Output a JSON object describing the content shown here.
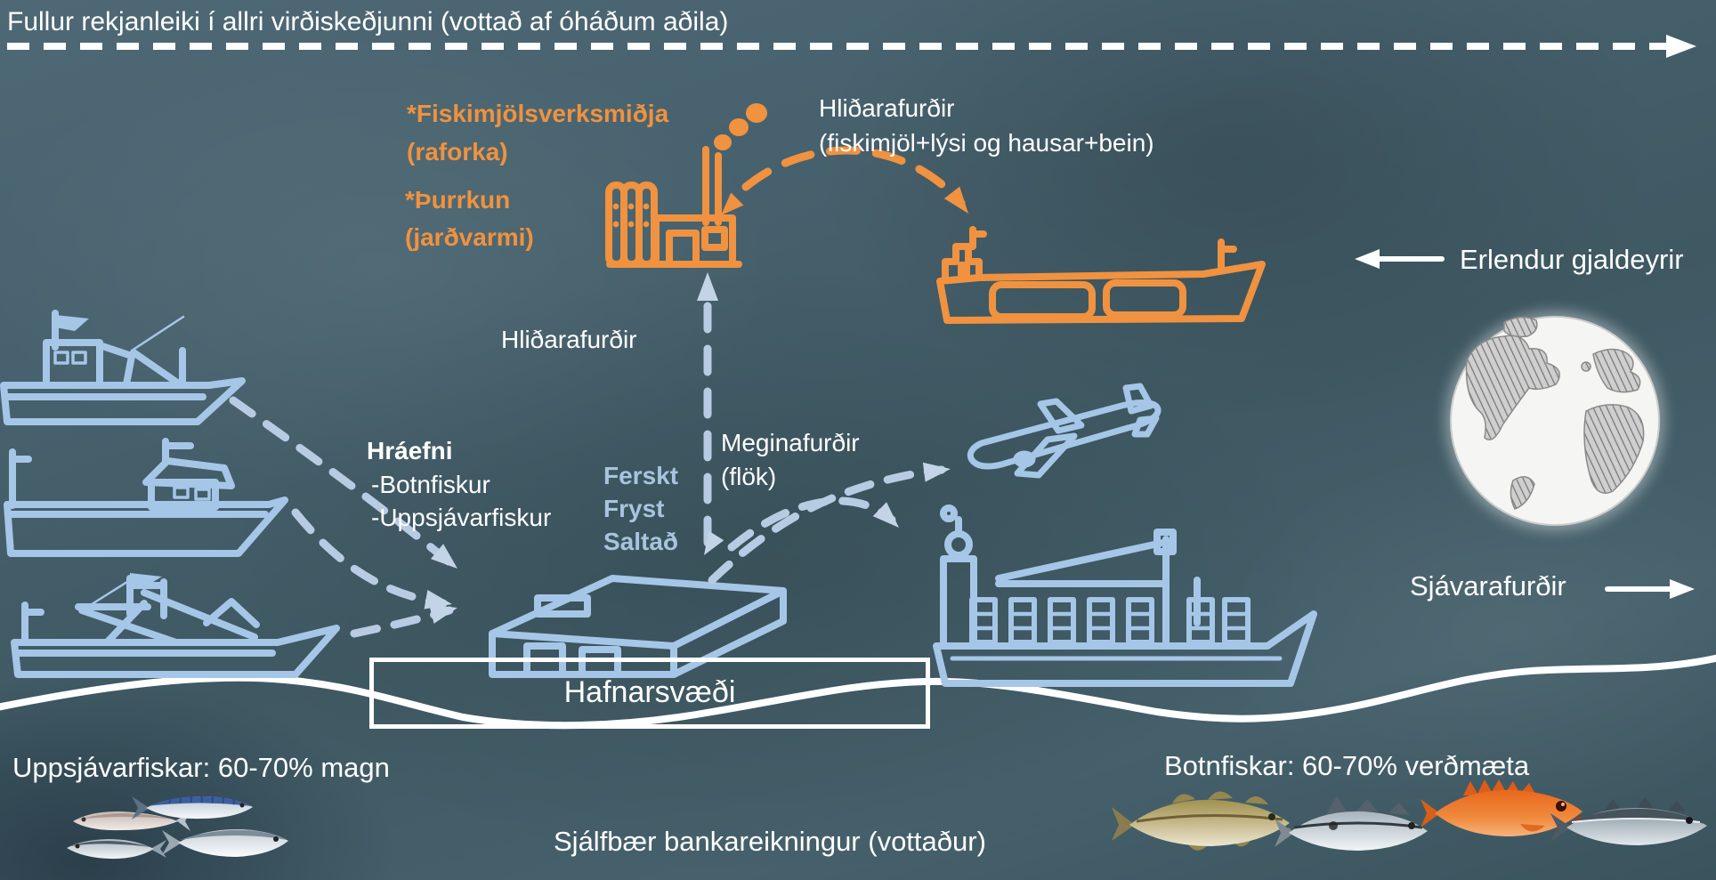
{
  "title": "Fullur rekjanleiki í allri virðiskeðjunni (vottað af óháðum aðila)",
  "factory_labels": {
    "line1": "*Fiskimjölsverksmiðja",
    "line2": "(raforka)",
    "line3": "*Þurrkun",
    "line4": "(jarðvarmi)"
  },
  "byproducts_top": {
    "line1": "Hliðarafurðir",
    "line2": "(fiskimjöl+lýsi og hausar+bein)"
  },
  "byproducts_mid": {
    "label": "Hliðarafurðir"
  },
  "raw_material": {
    "title": "Hráefni",
    "line1": "-Botnfiskur",
    "line2": "-Uppsjávarfiskur"
  },
  "processing_states": {
    "line1": "Ferskt",
    "line2": "Fryst",
    "line3": "Saltað"
  },
  "main_products": {
    "line1": "Meginafurðir",
    "line2": "(flök)"
  },
  "harbor": {
    "label": "Hafnarsvæði"
  },
  "right_labels": {
    "foreign_currency": "Erlendur gjaldeyrir",
    "seafood": "Sjávarafurðir"
  },
  "bottom_labels": {
    "pelagic": "Uppsjávarfiskar: 60-70% magn",
    "bank": "Sjálfbær bankareikningur (vottaður)",
    "demersal": "Botnfiskar: 60-70% verðmæta"
  },
  "icons": {
    "fishing_vessels": "fishing-vessel sketches (3)",
    "factory": "fishmeal-factory sketch",
    "bulk_carrier": "bulk-carrier-ship sketch",
    "processing_plant": "processing-plant warehouse sketch",
    "airplane": "cargo-airplane sketch",
    "container_ship": "container-ship sketch",
    "globe": "world-globe drawing",
    "pelagic_fish": [
      "capelin",
      "mackerel",
      "small-herring",
      "herring"
    ],
    "demersal_fish": [
      "cod",
      "haddock",
      "redfish",
      "saithe"
    ]
  },
  "colors": {
    "background": "#43606c",
    "sketch_blue": "#a6c6e8",
    "dash_blue": "#b7cce2",
    "accent_orange": "#f0923f",
    "text_white": "#ffffff",
    "steel_text": "#a8c4de"
  }
}
